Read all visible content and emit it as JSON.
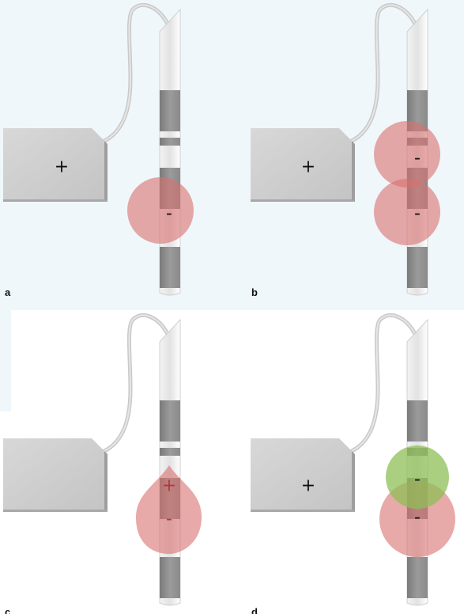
{
  "panels": [
    {
      "label": "a",
      "electrode_sign": "+"
    },
    {
      "label": "b",
      "electrode_sign": "+"
    },
    {
      "label": "c",
      "electrode_sign": ""
    },
    {
      "label": "d",
      "electrode_sign": "+"
    }
  ],
  "charges": {
    "a": [
      "-"
    ],
    "b": [
      "-",
      "-"
    ],
    "c": [
      "+",
      "-"
    ],
    "d": [
      "-",
      "-"
    ]
  },
  "colors": {
    "red_cloud": "#d9706f",
    "green_cloud": "#8fbf57",
    "electrode": "#cfcfcf",
    "band_dark": "#8f8f8f",
    "background": "#eff7fb"
  }
}
